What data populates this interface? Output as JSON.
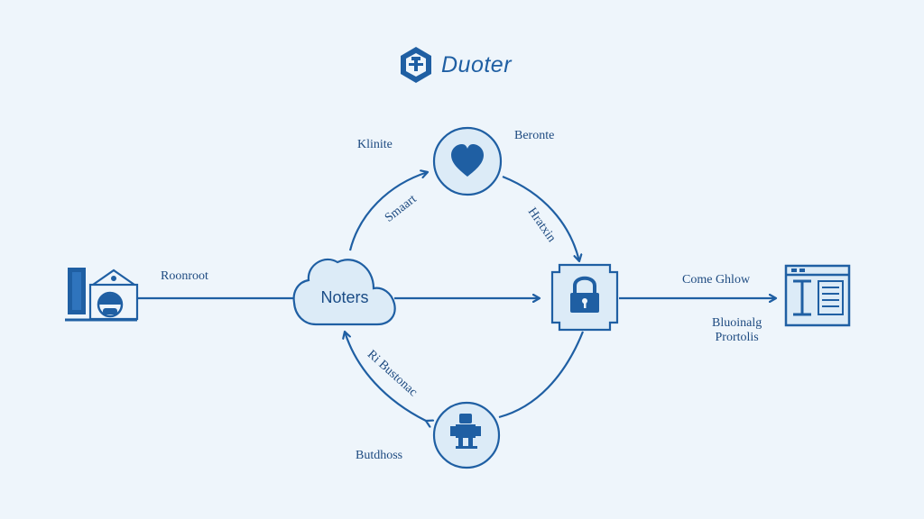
{
  "brand": {
    "title": "Duoter"
  },
  "nodes": {
    "source_label": "Roonroot",
    "cloud_label": "Noters",
    "heart_label": "Beronte",
    "top_left_label": "Klinite",
    "bottom_label": "Butdhoss",
    "output_top_label": "Come Ghlow",
    "output_bottom_line1": "Bluoinalg",
    "output_bottom_line2": "Prortolis"
  },
  "edges": {
    "upper_left": "Smaart",
    "upper_right": "Hratxin",
    "lower_left": "Ri Bustonac"
  },
  "colors": {
    "primary": "#1f5fa3",
    "fill": "#dcebf7",
    "background": "#eef5fb"
  },
  "icons": [
    "hexagon-logo-icon",
    "server-icon",
    "cloud-icon",
    "heart-icon",
    "lock-icon",
    "robot-icon",
    "document-icon"
  ]
}
